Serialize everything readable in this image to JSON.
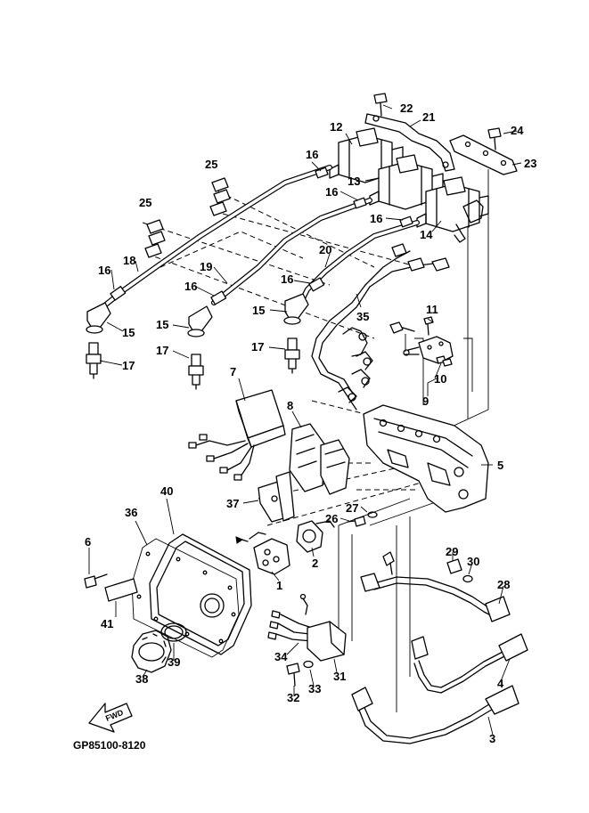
{
  "drawing_code": "GP85100-8120",
  "fwd_label": "FWD",
  "callouts": [
    "1",
    "2",
    "3",
    "4",
    "5",
    "6",
    "7",
    "8",
    "9",
    "10",
    "11",
    "12",
    "13",
    "14",
    "15",
    "16",
    "17",
    "18",
    "19",
    "20",
    "21",
    "22",
    "23",
    "24",
    "25",
    "27",
    "26",
    "28",
    "29",
    "30",
    "31",
    "32",
    "33",
    "34",
    "35",
    "36",
    "37",
    "38",
    "39",
    "40",
    "41"
  ],
  "callouts_repeat": [
    "16",
    "16",
    "16",
    "16",
    "16",
    "25",
    "15",
    "15",
    "17",
    "17"
  ]
}
